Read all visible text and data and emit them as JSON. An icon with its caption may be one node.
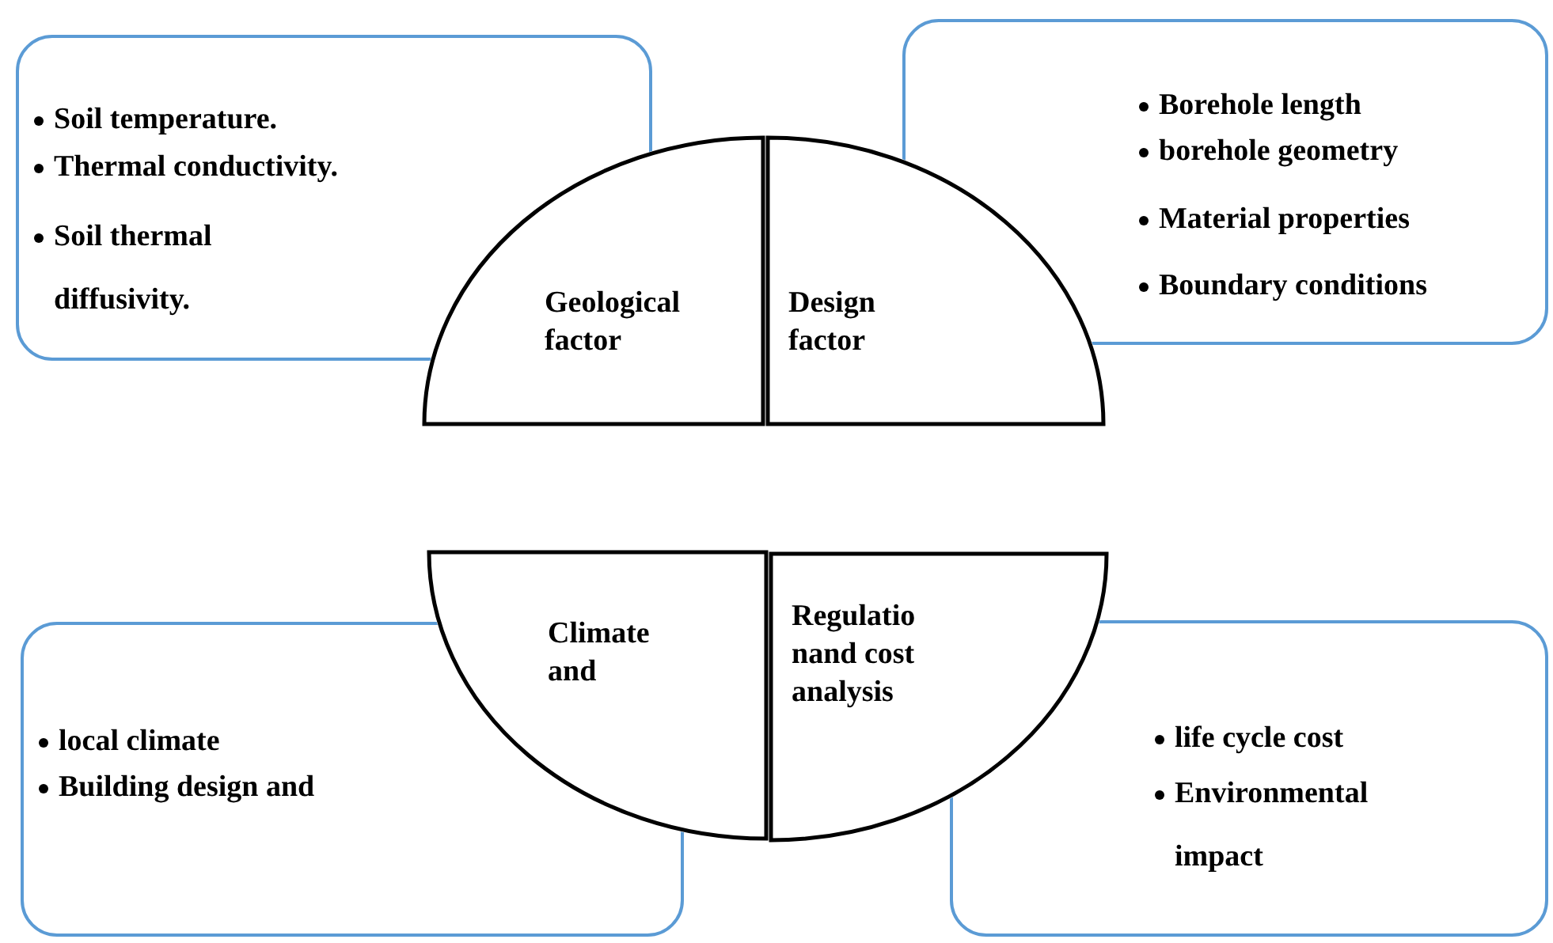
{
  "diagram": {
    "nodes": [
      {
        "text": [
          "Soil temperature.",
          "Thermal conductivity.",
          "Soil thermal diffusivity."
        ]
      },
      {
        "text": [
          "Borehole length",
          "borehole geometry",
          "Material properties",
          "Boundary conditions"
        ]
      },
      {
        "text": [
          "Geological factor"
        ]
      },
      {
        "text": [
          "Design factor"
        ]
      },
      {
        "text": [
          "Climate and"
        ]
      },
      {
        "text": [
          "Regulatio nand cost analysis"
        ]
      },
      {
        "text": [
          "local climate",
          "Building design and"
        ]
      },
      {
        "text": [
          "life cycle cost",
          "Environmental impact"
        ]
      }
    ]
  }
}
